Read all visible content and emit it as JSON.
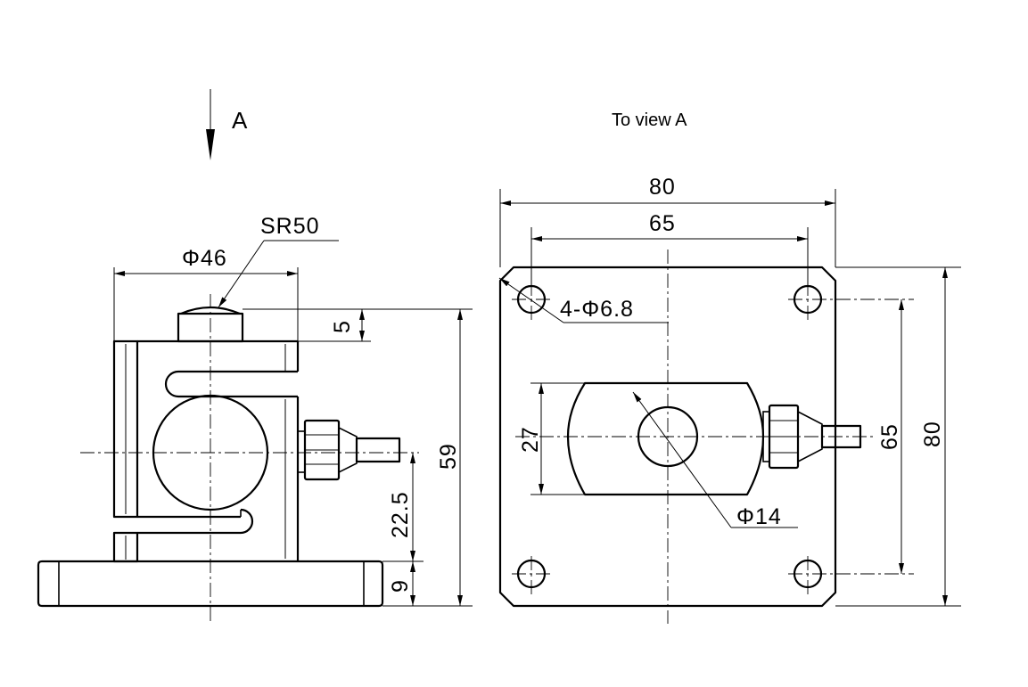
{
  "view_arrow_label": "A",
  "view_title": "To view A",
  "front_view": {
    "sphere_radius": "SR50",
    "head_diameter": "Φ46",
    "button_height": "5",
    "total_height": "59",
    "cable_height": "22.5",
    "base_thickness": "9"
  },
  "plan_view": {
    "plate_width": "80",
    "hole_spacing_x": "65",
    "hole_callout": "4-Φ6.8",
    "slot_width": "27",
    "center_hole": "Φ14",
    "hole_spacing_y": "65",
    "plate_height": "80"
  },
  "colors": {
    "line": "#000000",
    "background": "#ffffff"
  }
}
